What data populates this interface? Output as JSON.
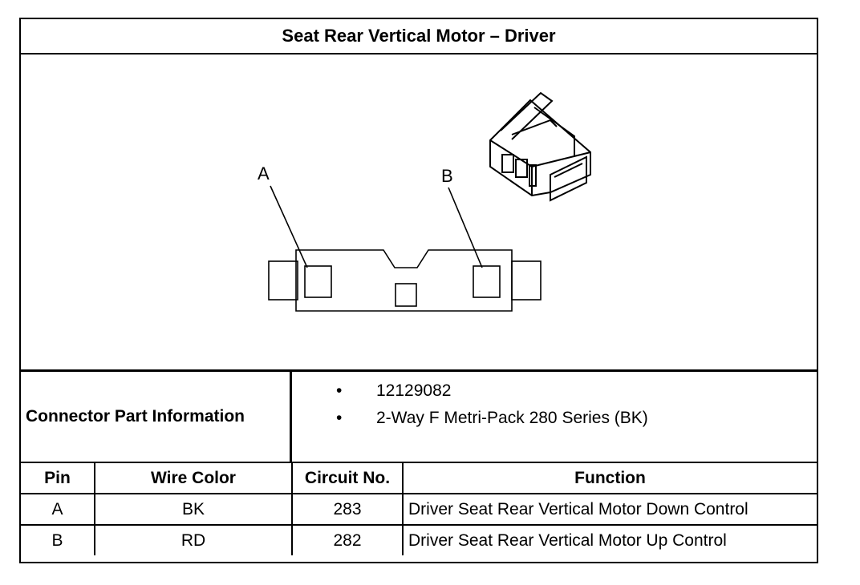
{
  "title": "Seat Rear Vertical Motor – Driver",
  "diagram": {
    "callouts": [
      "A",
      "B"
    ]
  },
  "connector_info": {
    "label": "Connector Part Information",
    "items": [
      "12129082",
      "2-Way F Metri-Pack 280 Series (BK)"
    ],
    "bullet": "•"
  },
  "pin_table": {
    "headers": [
      "Pin",
      "Wire Color",
      "Circuit No.",
      "Function"
    ],
    "rows": [
      [
        "A",
        "BK",
        "283",
        "Driver Seat Rear Vertical Motor Down Control"
      ],
      [
        "B",
        "RD",
        "282",
        "Driver Seat Rear Vertical Motor Up Control"
      ]
    ]
  }
}
